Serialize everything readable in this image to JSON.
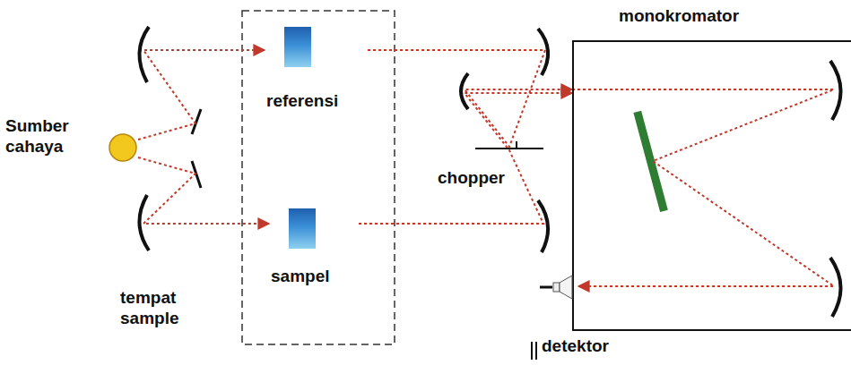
{
  "diagram": {
    "nodes": [
      {
        "text": [
          "Sumber cahaya"
        ]
      },
      {
        "text": [
          "referensi"
        ]
      },
      {
        "text": [
          "sampel"
        ]
      },
      {
        "text": [
          "monokromator"
        ]
      },
      {
        "text": [
          "detektor"
        ]
      }
    ],
    "edges": [
      {
        "from": 0,
        "to": 1,
        "arrow": "to"
      },
      {
        "from": 0,
        "to": 2,
        "arrow": "to"
      },
      {
        "from": 1,
        "to": 3,
        "arrow": "to"
      },
      {
        "from": 2,
        "to": 3,
        "arrow": "to"
      },
      {
        "from": 3,
        "to": 4,
        "arrow": "to"
      }
    ],
    "labels": [
      "tempat sample",
      "chopper"
    ]
  }
}
